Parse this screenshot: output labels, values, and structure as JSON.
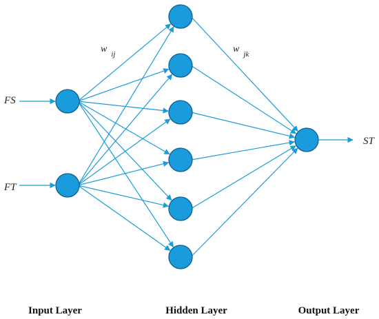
{
  "colors": {
    "node_fill": "#1a9bdc",
    "node_stroke": "#0f5f8f",
    "edge": "#1a9bdc"
  },
  "inputs": [
    {
      "label": "FS"
    },
    {
      "label": "FT"
    }
  ],
  "hidden_count": 6,
  "output": {
    "label": "ST"
  },
  "weights": {
    "input_hidden": {
      "base": "w",
      "sub": "ij"
    },
    "hidden_output": {
      "base": "w",
      "sub": "jk"
    }
  },
  "layers": {
    "input": "Input Layer",
    "hidden": "Hidden Layer",
    "output": "Output Layer"
  }
}
